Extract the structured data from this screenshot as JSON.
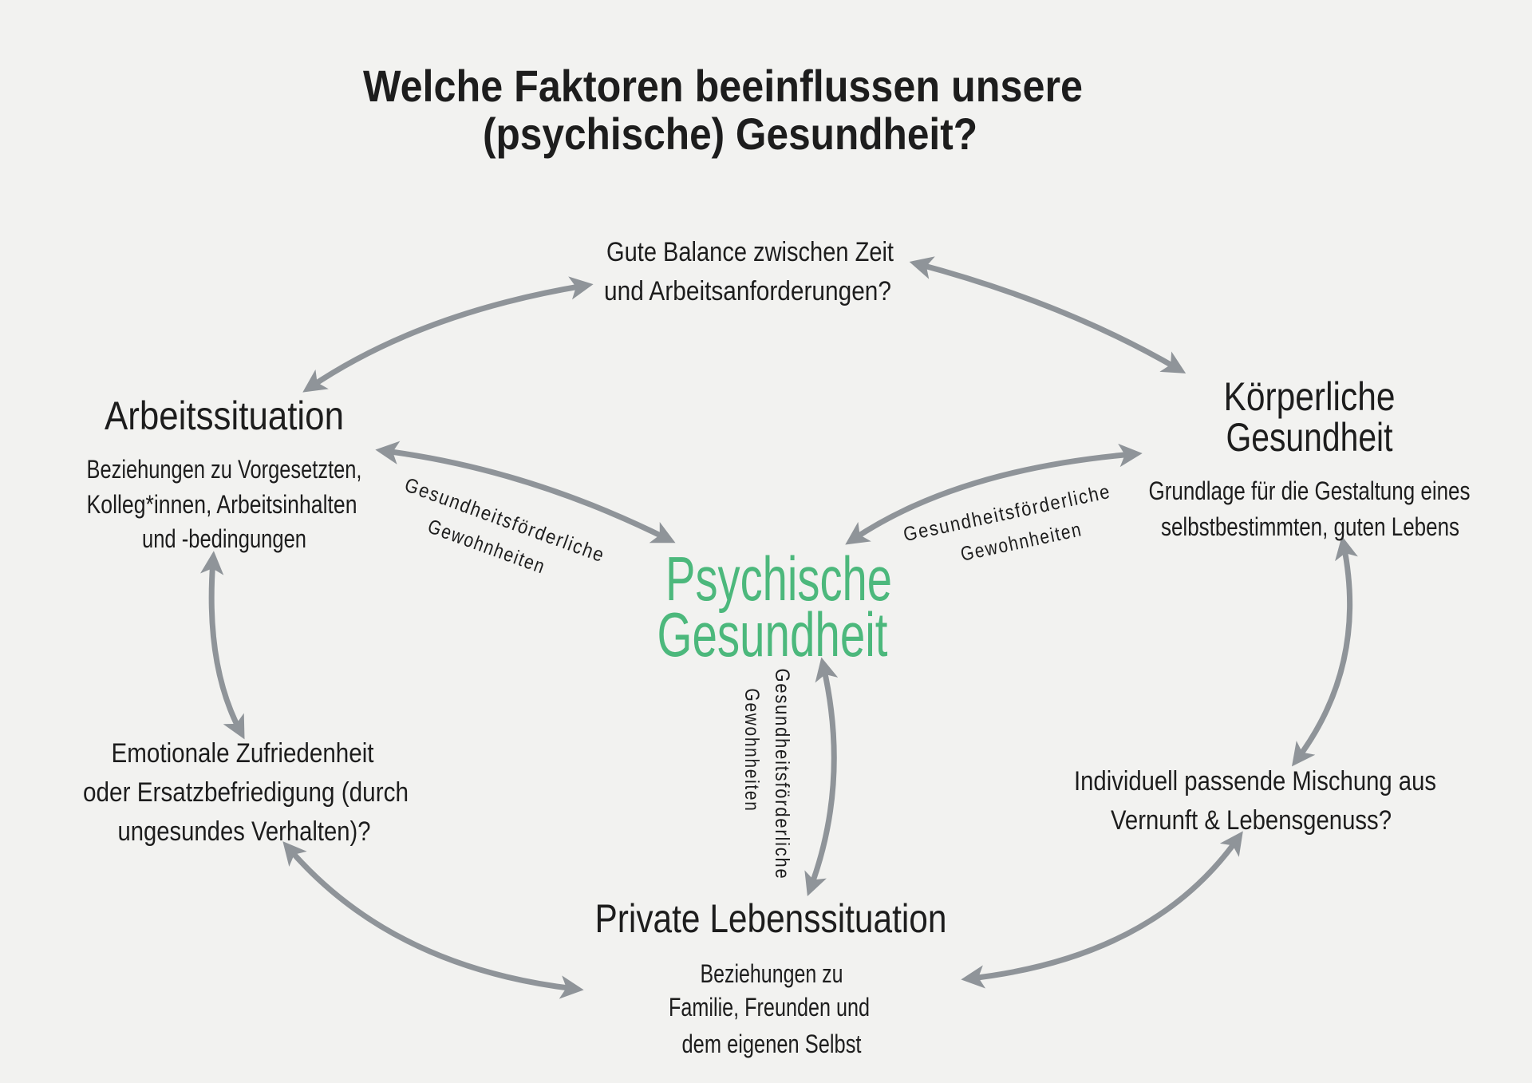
{
  "title": {
    "line1": "Welche Faktoren beeinflussen unsere",
    "line2": "(psychische) Gesundheit?"
  },
  "nodes": {
    "balance": {
      "line1": "Gute Balance zwischen Zeit",
      "line2": "und Arbeitsanforderungen?"
    },
    "work": {
      "heading": "Arbeitssituation",
      "lines": [
        "Beziehungen zu Vorgesetzten,",
        "Kolleg*innen, Arbeitsinhalten",
        "und -bedingungen"
      ]
    },
    "physical": {
      "heading1": "Körperliche",
      "heading2": "Gesundheit",
      "lines": [
        "Grundlage für die Gestaltung eines",
        "selbstbestimmten, guten Lebens"
      ]
    },
    "mental": {
      "line1": "Psychische",
      "line2": "Gesundheit",
      "color": "#4cb87c"
    },
    "emotional": {
      "lines": [
        "Emotionale Zufriedenheit",
        "oder Ersatzbefriedigung (durch",
        "ungesundes Verhalten)?"
      ]
    },
    "mix": {
      "lines": [
        "Individuell passende Mischung aus",
        "Vernunft & Lebensgenuss?"
      ]
    },
    "private": {
      "heading": "Private Lebenssituation",
      "lines": [
        "Beziehungen zu",
        "Familie, Freunden und",
        "dem eigenen Selbst"
      ]
    }
  },
  "habit_labels": [
    {
      "line1": "Gesundheitsförderliche",
      "line2": "Gewohnheiten"
    },
    {
      "line1": "Gesundheitsförderliche",
      "line2": "Gewohnheiten"
    },
    {
      "line1": "Gesundheitsförderliche",
      "line2": "Gewohnheiten"
    }
  ],
  "colors": {
    "arrow": "#8f9499",
    "accent": "#4cb87c",
    "background": "#f2f2f0"
  }
}
